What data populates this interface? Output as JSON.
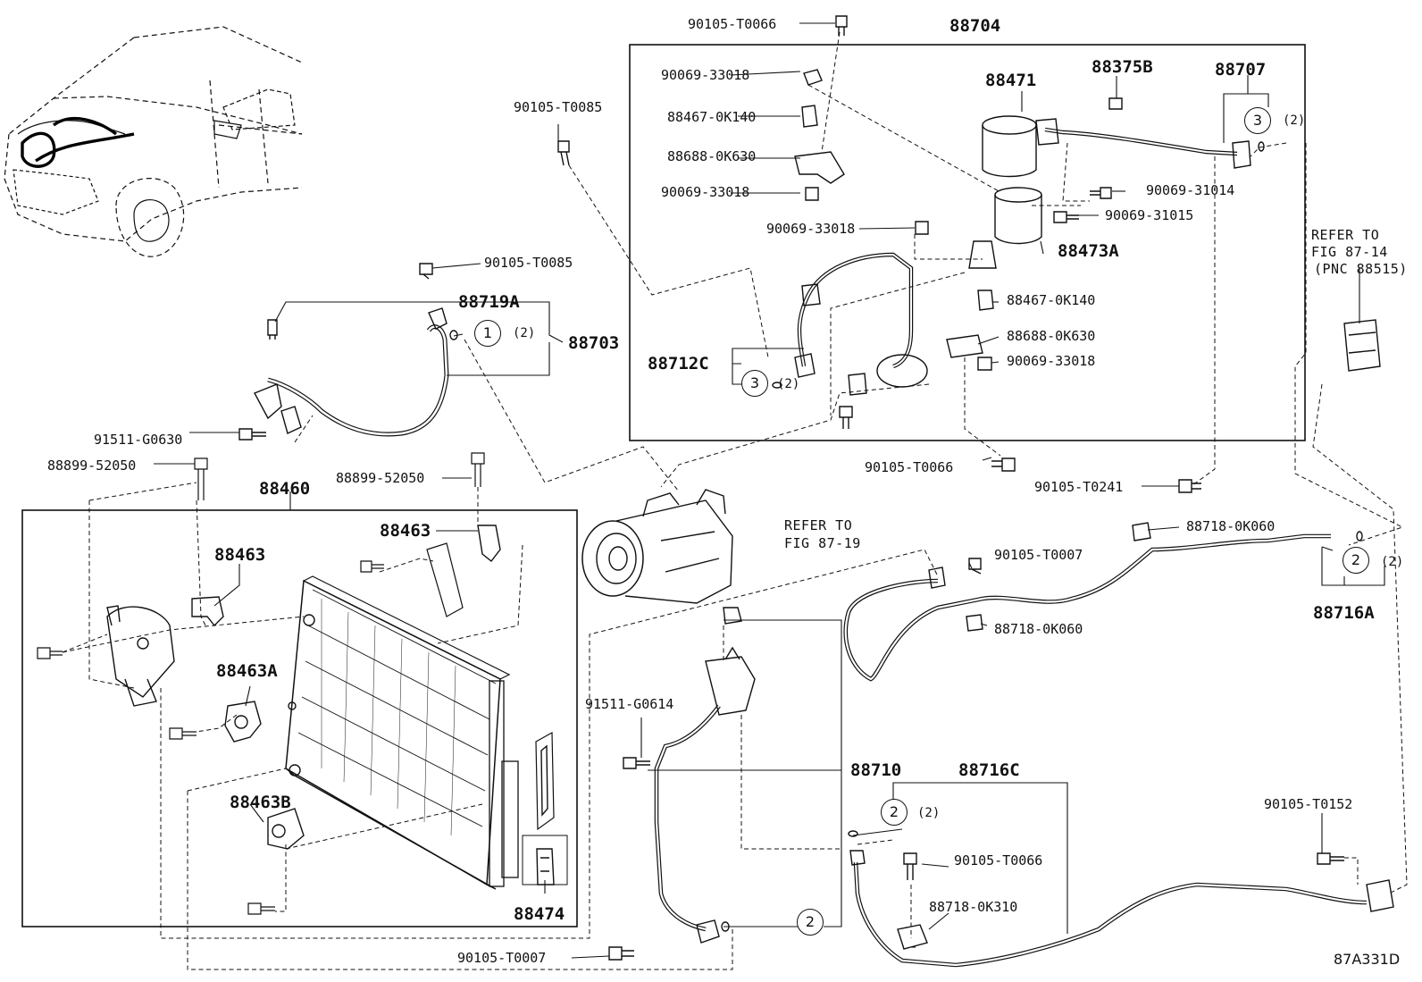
{
  "diagram": {
    "figure_code": "87A331D",
    "assemblies": {
      "a88704": "88704",
      "a88460": "88460",
      "a88703": "88703",
      "a88710": "88710",
      "a88716c": "88716C",
      "a88716a": "88716A",
      "a88707": "88707",
      "a88712c": "88712C",
      "a88719a": "88719A"
    },
    "refs": {
      "fig8714_line1": "REFER TO",
      "fig8714_line2": "FIG 87-14",
      "fig8714_line3": "(PNC 88515)",
      "fig8719_line1": "REFER TO",
      "fig8719_line2": "FIG 87-19"
    },
    "parts": {
      "p90105_t0066_top": "90105-T0066",
      "p90069_33018_a": "90069-33018",
      "p88467_0k140_a": "88467-0K140",
      "p88688_0k630_a": "88688-0K630",
      "p90069_33018_b": "90069-33018",
      "p90069_33018_c": "90069-33018",
      "p88471": "88471",
      "p88375b": "88375B",
      "p90069_31014": "90069-31014",
      "p90069_31015": "90069-31015",
      "p88473a": "88473A",
      "p88467_0k140_b": "88467-0K140",
      "p88688_0k630_b": "88688-0K630",
      "p90069_33018_d": "90069-33018",
      "p90105_t0085_a": "90105-T0085",
      "p90105_t0085_b": "90105-T0085",
      "p91511_g0630": "91511-G0630",
      "p88899_52050_a": "88899-52050",
      "p88899_52050_b": "88899-52050",
      "p88463_a": "88463",
      "p88463_b": "88463",
      "p88463a": "88463A",
      "p88463b": "88463B",
      "p88474": "88474",
      "p90105_t0066_mid": "90105-T0066",
      "p90105_t0241": "90105-T0241",
      "p90105_t0007_a": "90105-T0007",
      "p88718_0k060_a": "88718-0K060",
      "p88718_0k060_b": "88718-0K060",
      "p91511_g0614": "91511-G0614",
      "p90105_t0152": "90105-T0152",
      "p90105_t0066_low": "90105-T0066",
      "p88718_0k310": "88718-0K310",
      "p90105_t0007_b": "90105-T0007"
    },
    "callouts": {
      "c1": "1",
      "c2a": "2",
      "c2b": "2",
      "c2c": "2",
      "c3a": "3",
      "c3b": "3",
      "qty1": "(2)",
      "qty2": "(2)",
      "qty3": "(2)",
      "qty4": "(2)",
      "qty5": "(2)"
    }
  }
}
